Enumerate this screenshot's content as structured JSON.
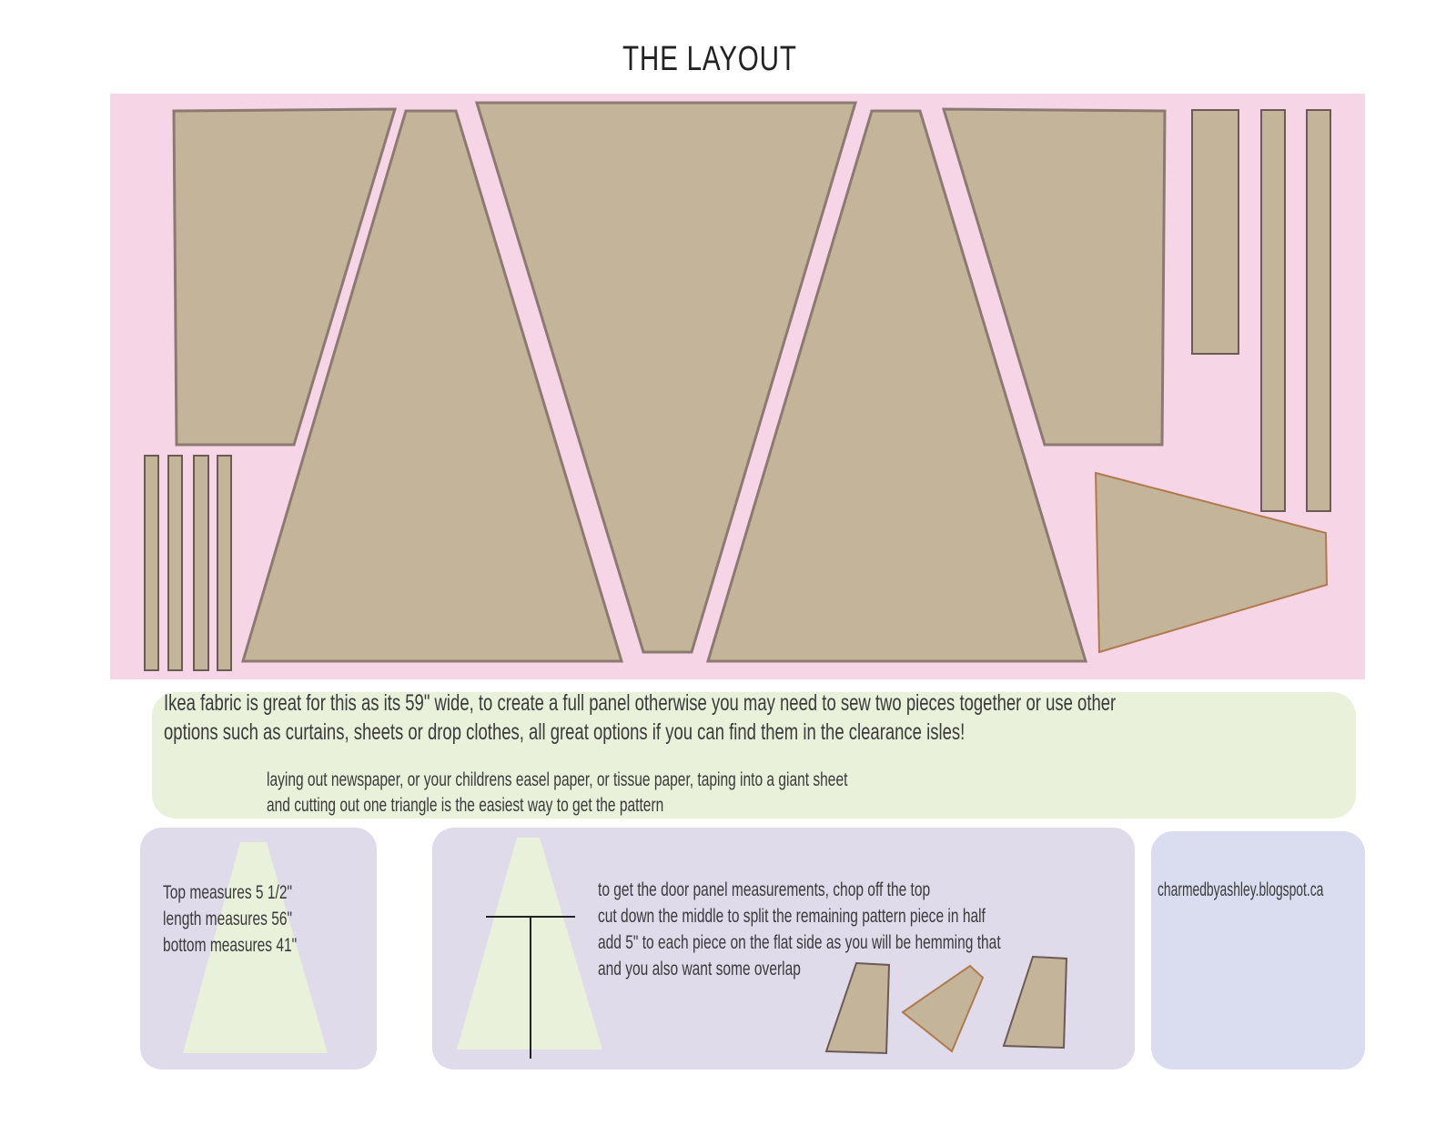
{
  "title": "THE LAYOUT",
  "colors": {
    "fabric": "#f6d6e6",
    "piece": "#c4b59a",
    "piece_stroke": "#8c7a72",
    "wedge_stroke": "#b07a4c",
    "note": "#e9f1da",
    "panel": "#dfdbeb",
    "credit": "#d9ddef"
  },
  "fabric_note": {
    "line1": "Ikea fabric is great for this as its 59\" wide, to create a full panel otherwise you may need to sew two pieces together or use other",
    "line2": "options such as curtains, sheets or drop clothes, all great options if you can find them in the clearance isles!",
    "line3": "laying out newspaper, or your childrens easel paper, or tissue paper, taping into a giant sheet",
    "line4": "and cutting out one triangle is the easiest way to get the pattern"
  },
  "measurements": {
    "top": "Top measures 5 1/2\"",
    "length": "length measures 56\"",
    "bottom": "bottom measures 41\""
  },
  "door_panel": {
    "line1": "to get the door panel measurements, chop off the top",
    "line2": "cut down the middle to split the remaining pattern piece in half",
    "line3": "add 5\" to each piece on the flat side as you will be hemming that",
    "line4": "and you also want some overlap"
  },
  "credit": "charmedbyashley.blogspot.ca"
}
